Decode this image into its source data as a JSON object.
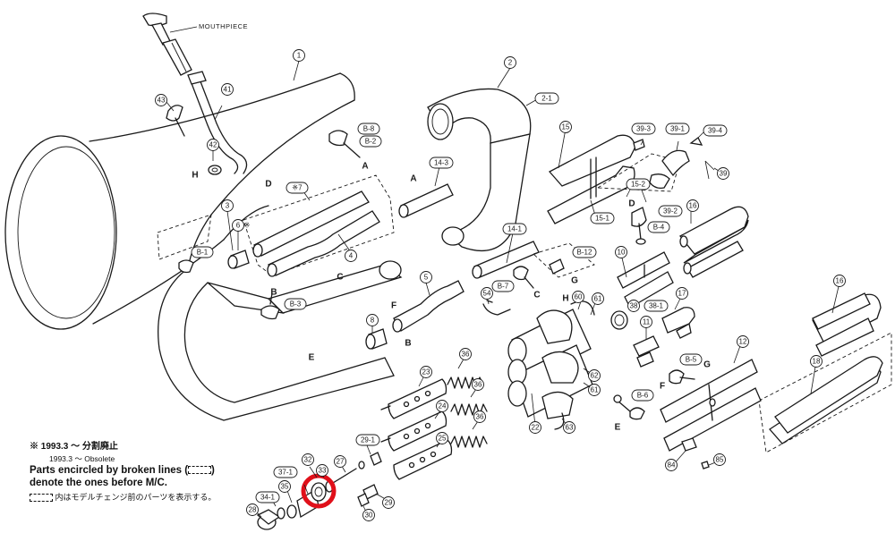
{
  "mouthpiece_label": "MOUTHPIECE",
  "part_numbers": [
    "1",
    "2",
    "2-1",
    "3",
    "4",
    "5",
    "6",
    "※7",
    "8",
    "10",
    "11",
    "12",
    "14-1",
    "14-3",
    "15",
    "15-1",
    "15-2",
    "16",
    "16",
    "17",
    "18",
    "22",
    "23",
    "24",
    "25",
    "27",
    "28",
    "29",
    "29-1",
    "30",
    "32",
    "33",
    "34-1",
    "35",
    "36",
    "36",
    "36",
    "37-1",
    "38",
    "38-1",
    "39",
    "39-1",
    "39-2",
    "39-3",
    "39-4",
    "41",
    "42",
    "43",
    "54",
    "60",
    "61",
    "61",
    "62",
    "63",
    "84",
    "85"
  ],
  "sub_parts": [
    "B-1",
    "B-2",
    "B-3",
    "B-4",
    "B-5",
    "B-6",
    "B-7",
    "B-8",
    "B-12"
  ],
  "letters": [
    "A",
    "A",
    "B",
    "B",
    "C",
    "C",
    "D",
    "D",
    "E",
    "E",
    "F",
    "F",
    "G",
    "G",
    "H",
    "H"
  ],
  "mark_note": "※",
  "legend": {
    "line1": "※  1993.3 ～ 分割廃止",
    "line2": "1993.3 ～ Obsolete",
    "line3a": "Parts encircled by broken lines (",
    "line3b": ")",
    "line4": "denote the ones before M/C.",
    "line5": "内はモデルチェンジ前のパーツを表示する。"
  },
  "highlight_color": "#e0101a"
}
